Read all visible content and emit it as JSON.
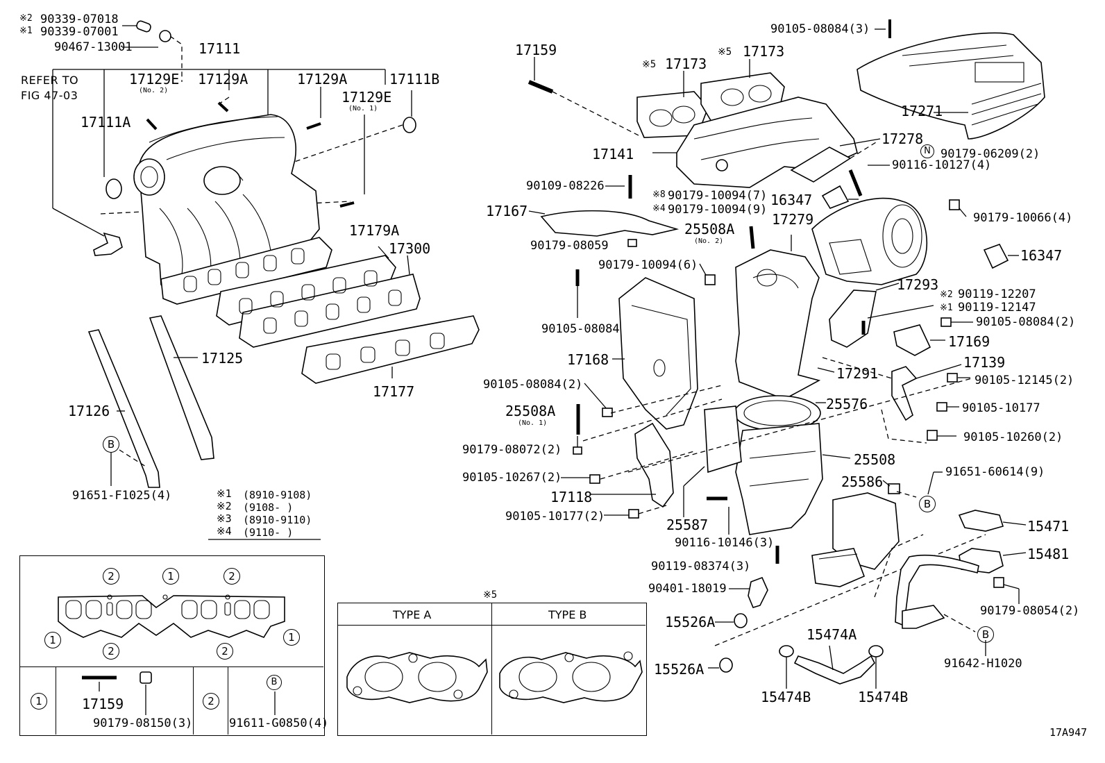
{
  "labels": {
    "p90339_07018": "90339-07018",
    "p90339_07001": "90339-07001",
    "p90467_13001": "90467-13001",
    "p17111": "17111",
    "p17129A_a": "17129A",
    "p17129A_b": "17129A",
    "p17111B": "17111B",
    "p17129E_2": "17129E",
    "p17129E_1": "17129E",
    "no2": "(No. 2)",
    "no1": "(No. 1)",
    "refer": "REFER TO",
    "fig": "FIG 47-03",
    "p17111A": "17111A",
    "p17179A": "17179A",
    "p17300": "17300",
    "p17125": "17125",
    "p17177": "17177",
    "p17126": "17126",
    "p91651_F1025": "91651-F1025(4)",
    "p17159": "17159",
    "p17173_a": "17173",
    "p17173_b": "17173",
    "p90105_08084_3": "90105-08084(3)",
    "p17271": "17271",
    "p17141": "17141",
    "p17278": "17278",
    "p90179_06209": "90179-06209(2)",
    "p90116_10127": "90116-10127(4)",
    "p90109_08226": "90109-08226",
    "p90179_10094_7": "90179-10094(7)",
    "p90179_10094_9": "90179-10094(9)",
    "p16347_a": "16347",
    "p17167": "17167",
    "p25508A_2": "25508A",
    "p17279": "17279",
    "p90179_10066": "90179-10066(4)",
    "p90179_08059": "90179-08059",
    "p90179_10094_6": "90179-10094(6)",
    "p16347_b": "16347",
    "p17293": "17293",
    "p90119_12207": "90119-12207",
    "p90119_12147": "90119-12147",
    "p90105_08084_2a": "90105-08084(2)",
    "p90105_08084": "90105-08084",
    "p17169": "17169",
    "p17139": "17139",
    "p17168": "17168",
    "p17291": "17291",
    "p90105_12145": "90105-12145(2)",
    "p90105_08084_2b": "90105-08084(2)",
    "p25576": "25576",
    "p90105_10177": "90105-10177",
    "p25508A_1": "25508A",
    "p90105_10260": "90105-10260(2)",
    "p90179_08072": "90179-08072(2)",
    "p25508": "25508",
    "p90105_10267": "90105-10267(2)",
    "p91651_60614": "91651-60614(9)",
    "p25586": "25586",
    "p17118": "17118",
    "p90105_10177_2": "90105-10177(2)",
    "p25587": "25587",
    "p15471": "15471",
    "p90116_10146": "90116-10146(3)",
    "p15481": "15481",
    "p90119_08374": "90119-08374(3)",
    "p90401_18019": "90401-18019",
    "p90179_08054": "90179-08054(2)",
    "p15526A_a": "15526A",
    "p15474A": "15474A",
    "p91642_H1020": "91642-H1020",
    "p15526A_b": "15526A",
    "p15474B_a": "15474B",
    "p15474B_b": "15474B",
    "p17159_box": "17159",
    "p90179_08150": "90179-08150(3)",
    "p91611_G0850": "91611-G0850(4)",
    "type_a": "TYPE A",
    "type_b": "TYPE B",
    "ref_code": "17A947"
  },
  "markers": {
    "m2": "※2",
    "m1": "※1",
    "m5a": "※5",
    "m5b": "※5",
    "m8": "※8",
    "m4": "※4",
    "m2b": "※2",
    "m1b": "※1",
    "m5c": "※5"
  },
  "legend": [
    {
      "mark": "※1",
      "range": "(8910-9108)"
    },
    {
      "mark": "※2",
      "range": "(9108-    )"
    },
    {
      "mark": "※3",
      "range": "(8910-9110)"
    },
    {
      "mark": "※4",
      "range": "(9110-    )"
    }
  ],
  "circled": {
    "one": "1",
    "two": "2",
    "b": "B",
    "n": "N"
  }
}
